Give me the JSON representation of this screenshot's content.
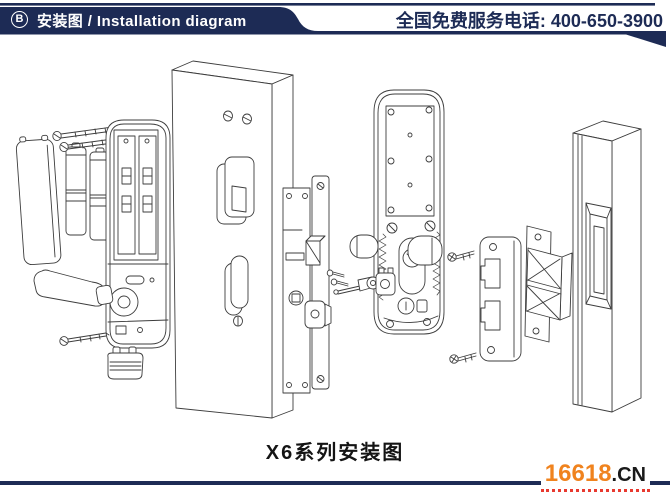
{
  "header": {
    "badge_label": "B",
    "title": "安装图 / Installation diagram",
    "phone": "全国免费服务电话: 400-650-3900"
  },
  "diagram": {
    "caption": "X6系列安装图",
    "parts": [
      "battery-cover",
      "batteries",
      "mounting-screws",
      "interior-panel",
      "interior-handle",
      "handle-screw",
      "bottom-cap",
      "door-panel",
      "mortise-lock-body",
      "lock-faceplate",
      "latch-bolt",
      "deadbolt",
      "cylinder-parts",
      "exterior-panel",
      "exterior-handle",
      "strike-screws",
      "strike-plate",
      "strike-box",
      "door-frame"
    ]
  },
  "footer": {
    "logo_number": "16618",
    "logo_domain": ".CN"
  },
  "colors": {
    "navy": "#1d2b55",
    "orange": "#f0831e",
    "dot_red": "#e8392f",
    "drawing_line": "#3d3d3d"
  }
}
